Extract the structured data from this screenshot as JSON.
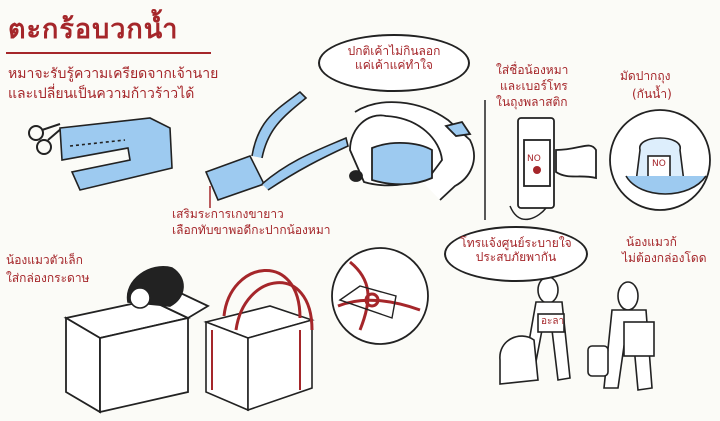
{
  "title": "ตะกร้อบวกน้ำ",
  "intro": {
    "line1": "หมาจะรับรู้ความเครียดจากเจ้านาย",
    "line2": "และเปลี่ยนเป็นความก้าวร้าวได้"
  },
  "pants_caption": {
    "line1": "เสริมระการเกงขายาว",
    "line2": "เลือกทับขาพอดีกะปากน้องหมา"
  },
  "bubble_top": {
    "line1": "ปกติเค้าไม่กินลอก",
    "line2": "แค่เค้าแค่ทำใจ"
  },
  "tag_note": {
    "line1": "ใส่ชื่อน้องหมา",
    "line2": "และเบอร์โทร",
    "line3": "ในถุงพลาสติก"
  },
  "bag_note": {
    "line1": "มัดปากถุง",
    "line2": "(กันน้ำ)"
  },
  "cat_note": {
    "line1": "น้องแมวตัวเล็ก",
    "line2": "ใส่กล่องกระดาษ"
  },
  "bubble_bottom": {
    "line1": "โทรแจ้งศูนย์ระบายใจ",
    "line2": "ประสบภัยพากัน"
  },
  "cat_big_note": {
    "line1": "น้องแมวก้",
    "line2": "ไม่ต้องกล่องโดด"
  },
  "tag_label": "NO",
  "sign_label": "อะลา",
  "colors": {
    "ink": "#a5262a",
    "blue": "#8fc3ea",
    "line": "#222222"
  }
}
